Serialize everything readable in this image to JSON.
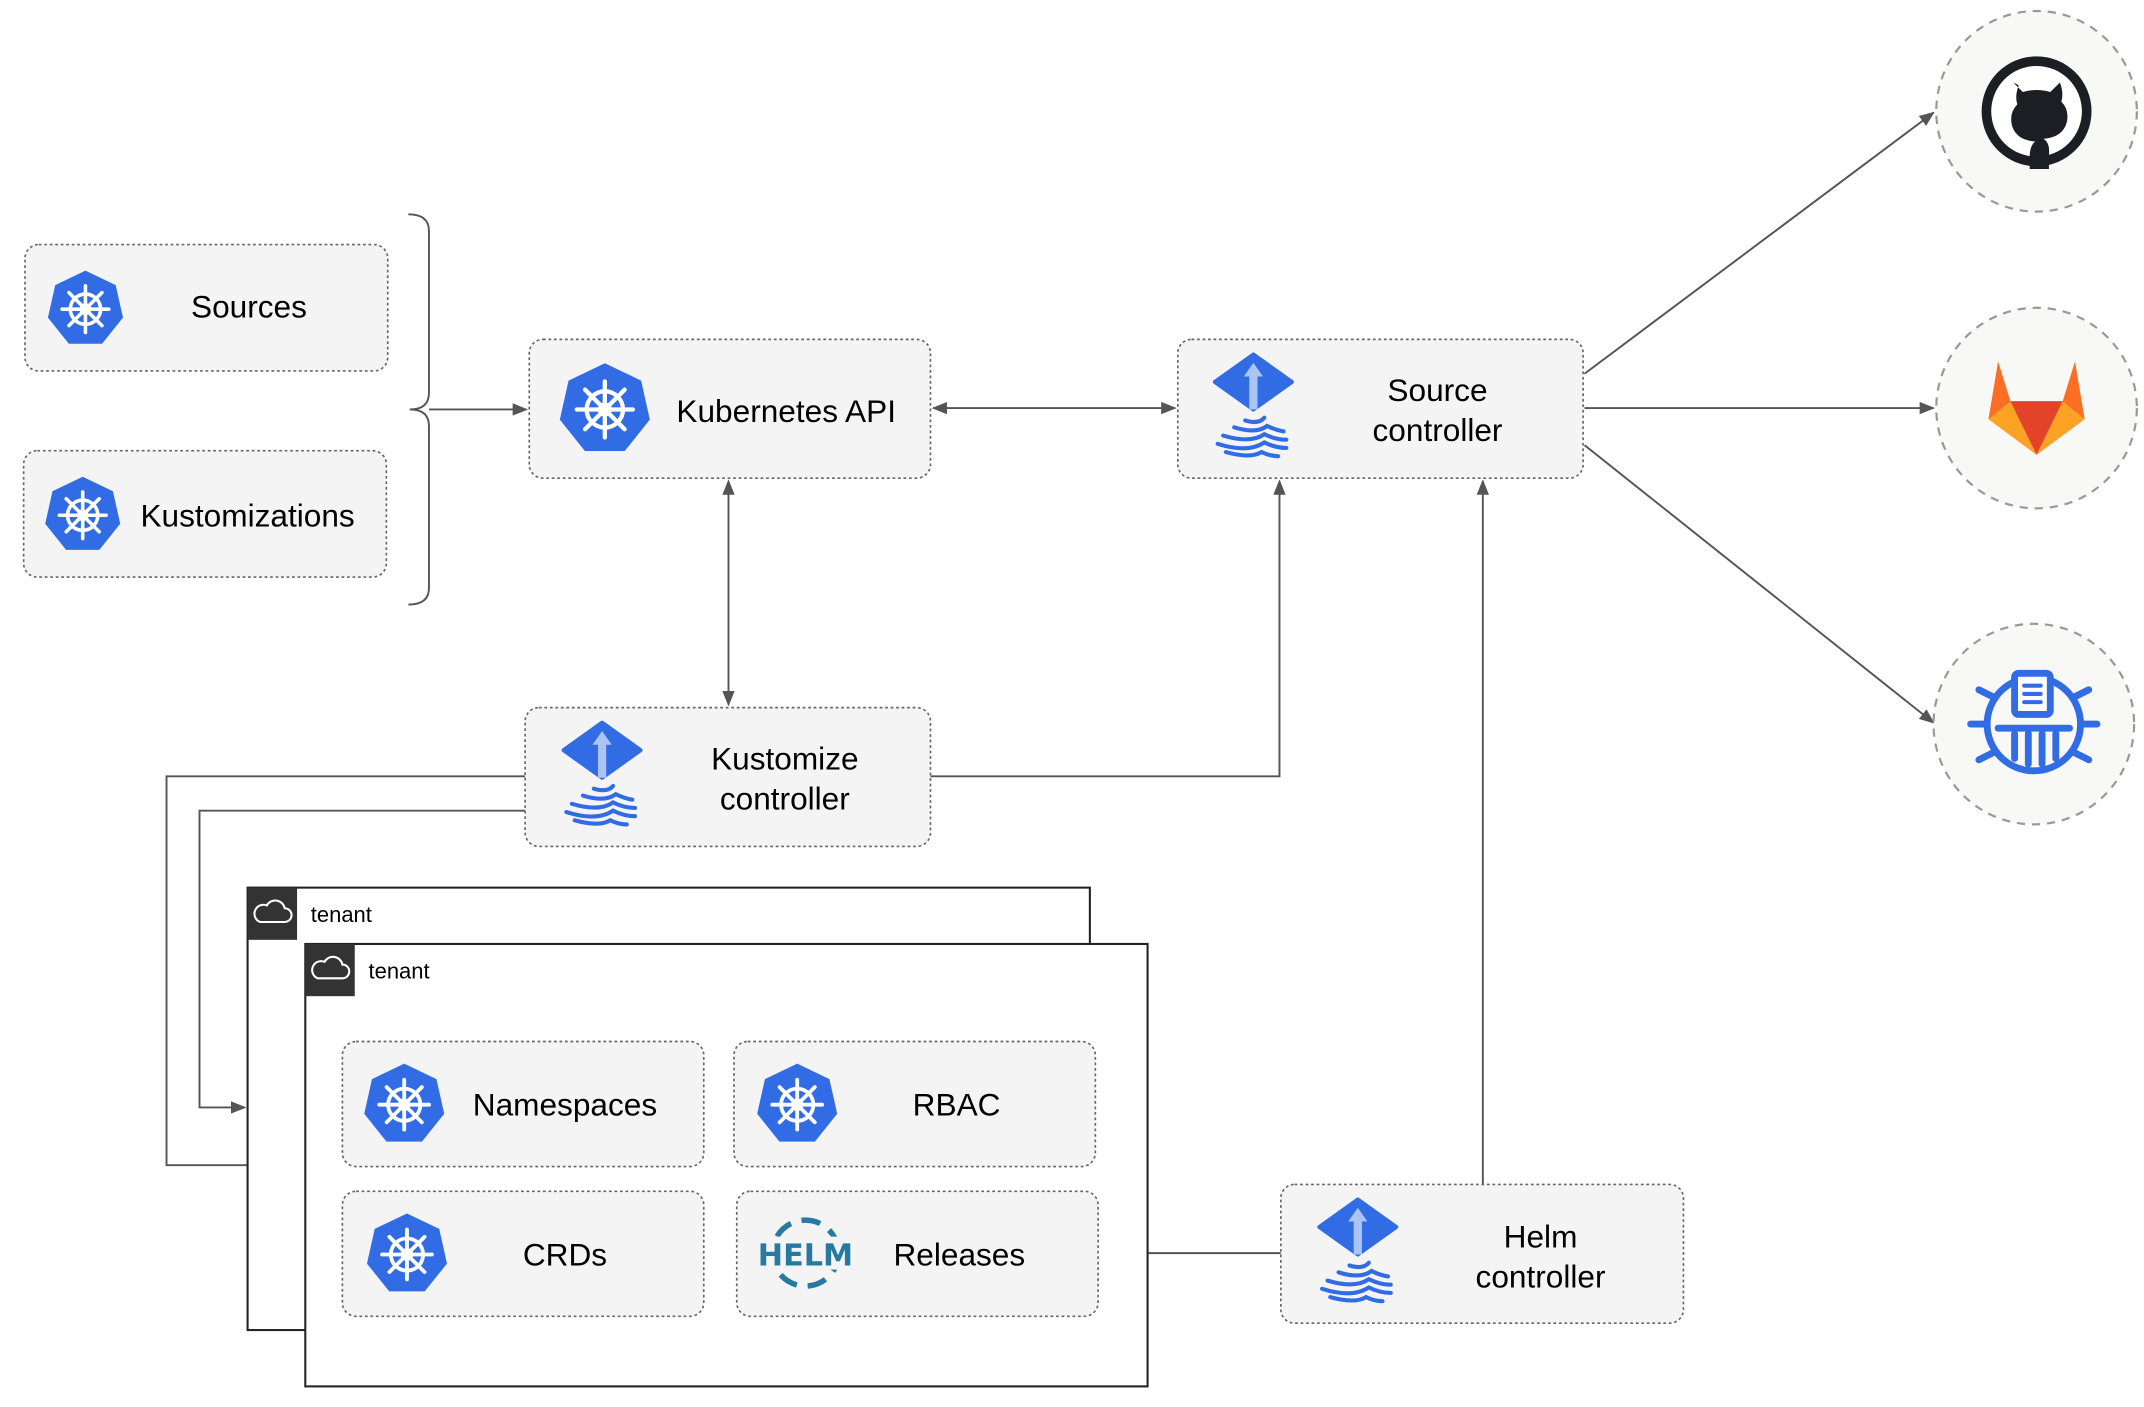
{
  "nodes": {
    "sources": "Sources",
    "kustomizations": "Kustomizations",
    "kubernetes_api": "Kubernetes API",
    "source_controller": [
      "Source",
      "controller"
    ],
    "kustomize_controller": [
      "Kustomize",
      "controller"
    ],
    "helm_controller": [
      "Helm",
      "controller"
    ],
    "namespaces": "Namespaces",
    "rbac": "RBAC",
    "crds": "CRDs",
    "releases": "Releases"
  },
  "tenants": [
    "tenant",
    "tenant"
  ],
  "icons": {
    "k8s": "kubernetes-icon",
    "flux": "flux-icon",
    "helm": "helm-icon",
    "helm_text": "HELM",
    "github": "github-icon",
    "gitlab": "gitlab-icon",
    "bucket": "bucket-icon",
    "tenant": "cloud-icon"
  },
  "colors": {
    "k8s_blue": "#326ce5",
    "helm_blue": "#277a9f",
    "gitlab_orange": "#e24329",
    "github_dark": "#1b1f23"
  }
}
